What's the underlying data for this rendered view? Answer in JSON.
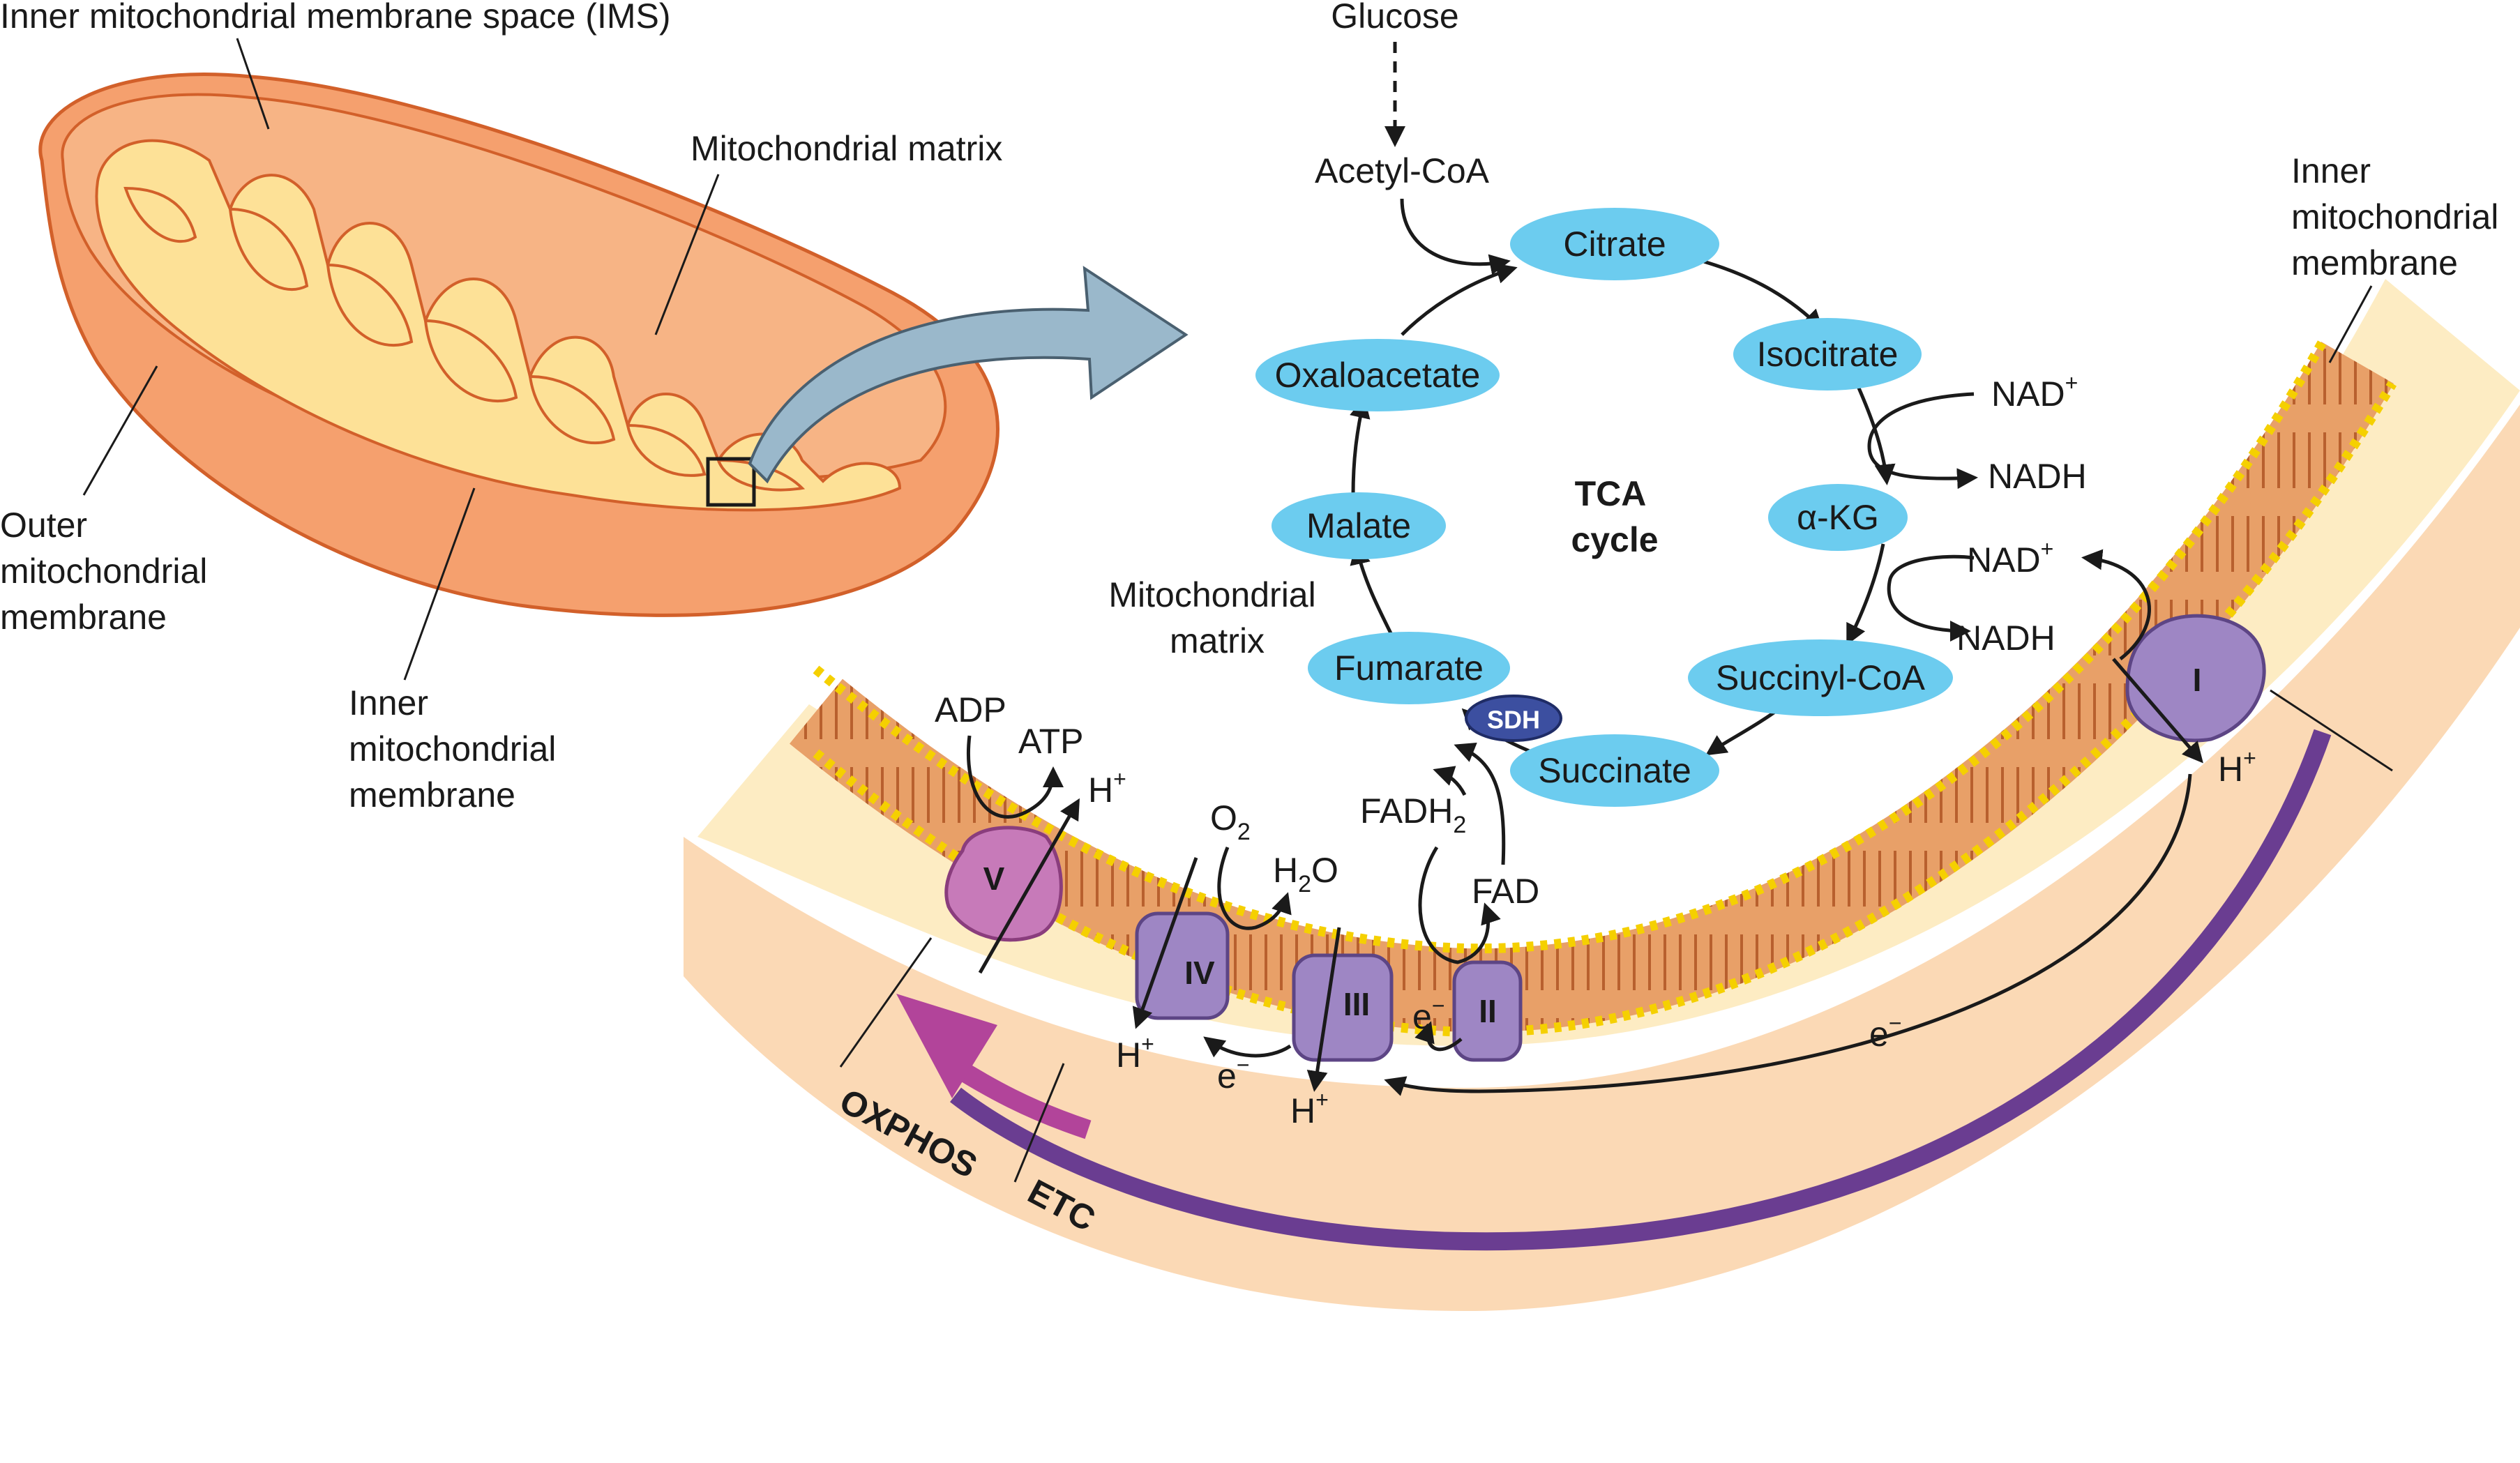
{
  "mito_labels": {
    "ims": "Inner mitochondrial membrane space (IMS)",
    "matrix": "Mitochondrial matrix",
    "outer": [
      "Outer",
      "mitochondrial",
      "membrane"
    ],
    "inner": [
      "Inner",
      "mitochondrial",
      "membrane"
    ]
  },
  "tca": {
    "glucose": "Glucose",
    "acetyl_coa": "Acetyl-CoA",
    "center": [
      "TCA",
      "cycle"
    ],
    "nodes": {
      "citrate": "Citrate",
      "isocitrate": "Isocitrate",
      "akg": "α-KG",
      "succinyl_coa": "Succinyl-CoA",
      "succinate": "Succinate",
      "fumarate": "Fumarate",
      "malate": "Malate",
      "oxaloacetate": "Oxaloacetate"
    },
    "sdh": "SDH"
  },
  "membrane_view": {
    "matrix_label": [
      "Mitochondrial",
      "matrix"
    ],
    "inner_membrane_label": [
      "Inner",
      "mitochondrial",
      "membrane"
    ],
    "complexes": {
      "c1": "I",
      "c2": "II",
      "c3": "III",
      "c4": "IV",
      "c5": "V"
    },
    "chemicals": {
      "nad_plus": "NAD",
      "nadh": "NADH",
      "h": "H",
      "plus": "+",
      "minus": "−",
      "e": "e",
      "fadh": "FADH",
      "two": "2",
      "fad": "FAD",
      "o": "O",
      "h2o_h": "H",
      "h2o_o": "O",
      "adp": "ADP",
      "atp": "ATP"
    },
    "oxphos": "OXPHOS",
    "etc": "ETC"
  },
  "colors": {
    "mito_outer": "#f5a06e",
    "mito_inner_fill": "#fde197",
    "mito_stroke": "#d2602a",
    "node_fill": "#6cccef",
    "complex_fill": "#9e86c4",
    "complex_v_fill": "#c77ab9",
    "oxphos_arrow": "#b2449a",
    "etc_arrow": "#6a3d91",
    "sdh_fill": "#3c4fa0",
    "callout_arrow": "#9ab8cb"
  }
}
